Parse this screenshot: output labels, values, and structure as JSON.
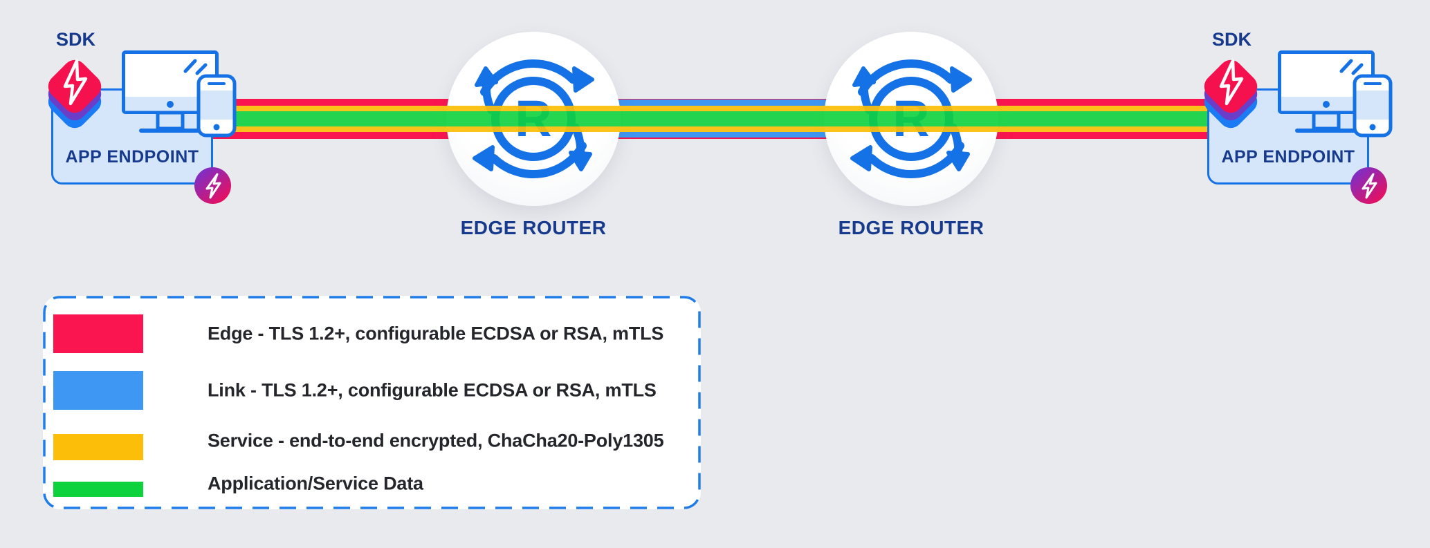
{
  "colors": {
    "bg": "#e8eaee",
    "edge": "#fa1550",
    "link": "#3e97f3",
    "service": "#fcbe09",
    "data": "#0ed13e",
    "navy": "#173a8c",
    "icon-blue": "#1471e6",
    "panel-fill": "#d6e6fa",
    "sdk-red": "#f5114d",
    "sdk-purple": "#6a3ec8",
    "sdk-blue": "#1b7bf5",
    "badge-from": "#7b2fc9",
    "badge-to": "#e90f5c",
    "legend-border": "#1f7ce9",
    "legend-text": "#24262b"
  },
  "endpoints": {
    "left": {
      "sdk_label": "SDK",
      "label": "APP ENDPOINT"
    },
    "right": {
      "sdk_label": "SDK",
      "label": "APP ENDPOINT"
    }
  },
  "routers": {
    "left": {
      "label": "EDGE ROUTER",
      "letter": "R"
    },
    "right": {
      "label": "EDGE ROUTER",
      "letter": "R"
    }
  },
  "legend": {
    "items": [
      {
        "key": "edge",
        "label": "Edge - TLS 1.2+, configurable ECDSA or RSA, mTLS"
      },
      {
        "key": "link",
        "label": "Link - TLS 1.2+, configurable ECDSA or RSA, mTLS"
      },
      {
        "key": "service",
        "label": "Service - end-to-end encrypted, ChaCha20-Poly1305"
      },
      {
        "key": "data",
        "label": "Application/Service Data"
      }
    ]
  }
}
